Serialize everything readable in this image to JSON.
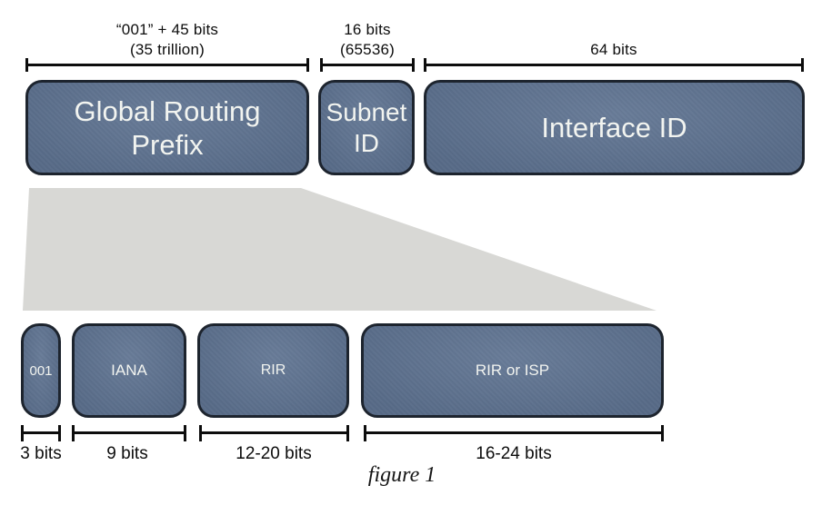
{
  "figure": {
    "caption": "figure 1",
    "top_row": {
      "brackets": [
        {
          "lines": [
            "“001” + 45 bits",
            "(35 trillion)"
          ]
        },
        {
          "lines": [
            "16 bits",
            "(65536)"
          ]
        },
        {
          "lines": [
            "64 bits"
          ]
        }
      ],
      "boxes": [
        {
          "label": "Global Routing Prefix"
        },
        {
          "label": "Subnet ID"
        },
        {
          "label": "Interface ID"
        }
      ]
    },
    "bottom_row": {
      "boxes": [
        {
          "label": "001"
        },
        {
          "label": "IANA"
        },
        {
          "label": "RIR"
        },
        {
          "label": "RIR or ISP"
        }
      ],
      "bracket_labels": [
        "3 bits",
        "9 bits",
        "12-20 bits",
        "16-24 bits"
      ]
    },
    "colors": {
      "box_fill": "#5d7290",
      "box_border": "#1d242e",
      "box_text": "#f2f4f0",
      "bracket_ink": "#0d0d0d",
      "trapezoid": "#d8d8d5",
      "background": "#ffffff"
    }
  }
}
